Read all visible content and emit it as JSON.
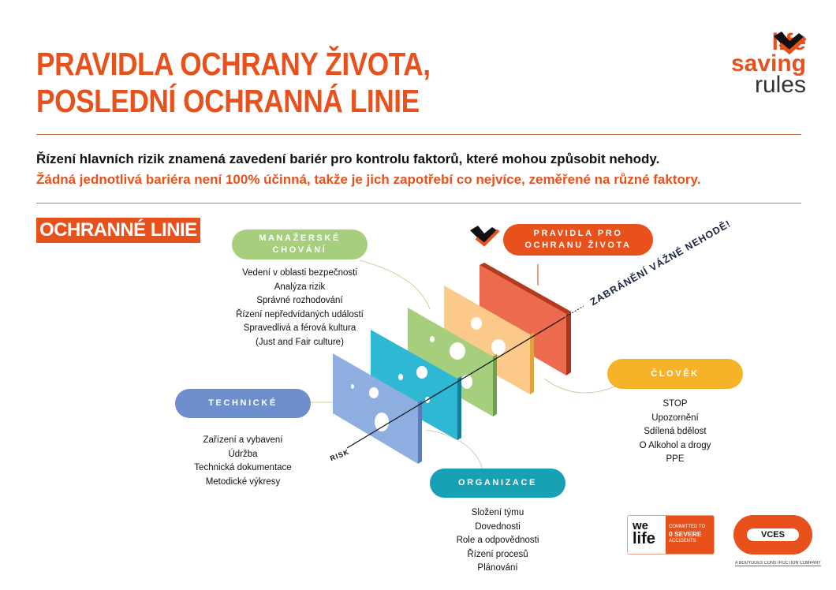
{
  "title": {
    "line1": "PRAVIDLA OCHRANY ŽIVOTA,",
    "line2": "POSLEDNÍ OCHRANNÁ LINIE"
  },
  "logo": {
    "line1": "life",
    "line2": "saving",
    "line3": "rules"
  },
  "lead": {
    "black": "Řízení hlavních rizik znamená zavedení bariér pro kontrolu faktorů, které mohou způsobit nehody.",
    "orange": "Žádná jednotlivá bariéra není 100% účinná, takže je jich zapotřebí co nejvíce, zeměřené na různé faktory."
  },
  "section_label": "OCHRANNÉ LINIE",
  "groups": {
    "manager": {
      "label": "MANAŽERSKÉ CHOVÁNÍ",
      "color": "#a6cf7d",
      "items": [
        "Vedení v oblasti bezpečnosti",
        "Analýza rizik",
        "Správné rozhodování",
        "Řízení nepředvídaných událostí",
        "Spravedlivá a férová kultura",
        "(Just and Fair culture)"
      ]
    },
    "technical": {
      "label": "TECHNICKÉ",
      "color": "#6d8fcb",
      "items": [
        "Zařízení a vybavení",
        "Údržba",
        "Technická dokumentace",
        "Metodické výkresy"
      ]
    },
    "organization": {
      "label": "ORGANIZACE",
      "color": "#18a0b5",
      "items": [
        "Složení týmu",
        "Dovednosti",
        "Role a odpovědnosti",
        "Řízení procesů",
        "Plánování"
      ]
    },
    "human": {
      "label": "ČLOVĚK",
      "color": "#f6b229",
      "items": [
        "STOP",
        "Upozornění",
        "Sdílená bdělost",
        "O Alkohol a drogy",
        "PPE"
      ]
    },
    "rules": {
      "label1": "PRAVIDLA PRO",
      "label2": "OCHRANU ŽIVOTA",
      "color": "#e8511c"
    }
  },
  "prevention": "ZABRÁNĚNÍ VÁŽNÉ NEHODĚ!",
  "risk": "RISK",
  "welife": {
    "we": "we",
    "life": "life",
    "text1": "COMMITTED TO",
    "text2": "0 SEVERE",
    "text3": "ACCIDENTS"
  },
  "vces": {
    "name": "VCES",
    "tagline": "A BOUYGUES CONSTRUCTION COMPANY"
  }
}
